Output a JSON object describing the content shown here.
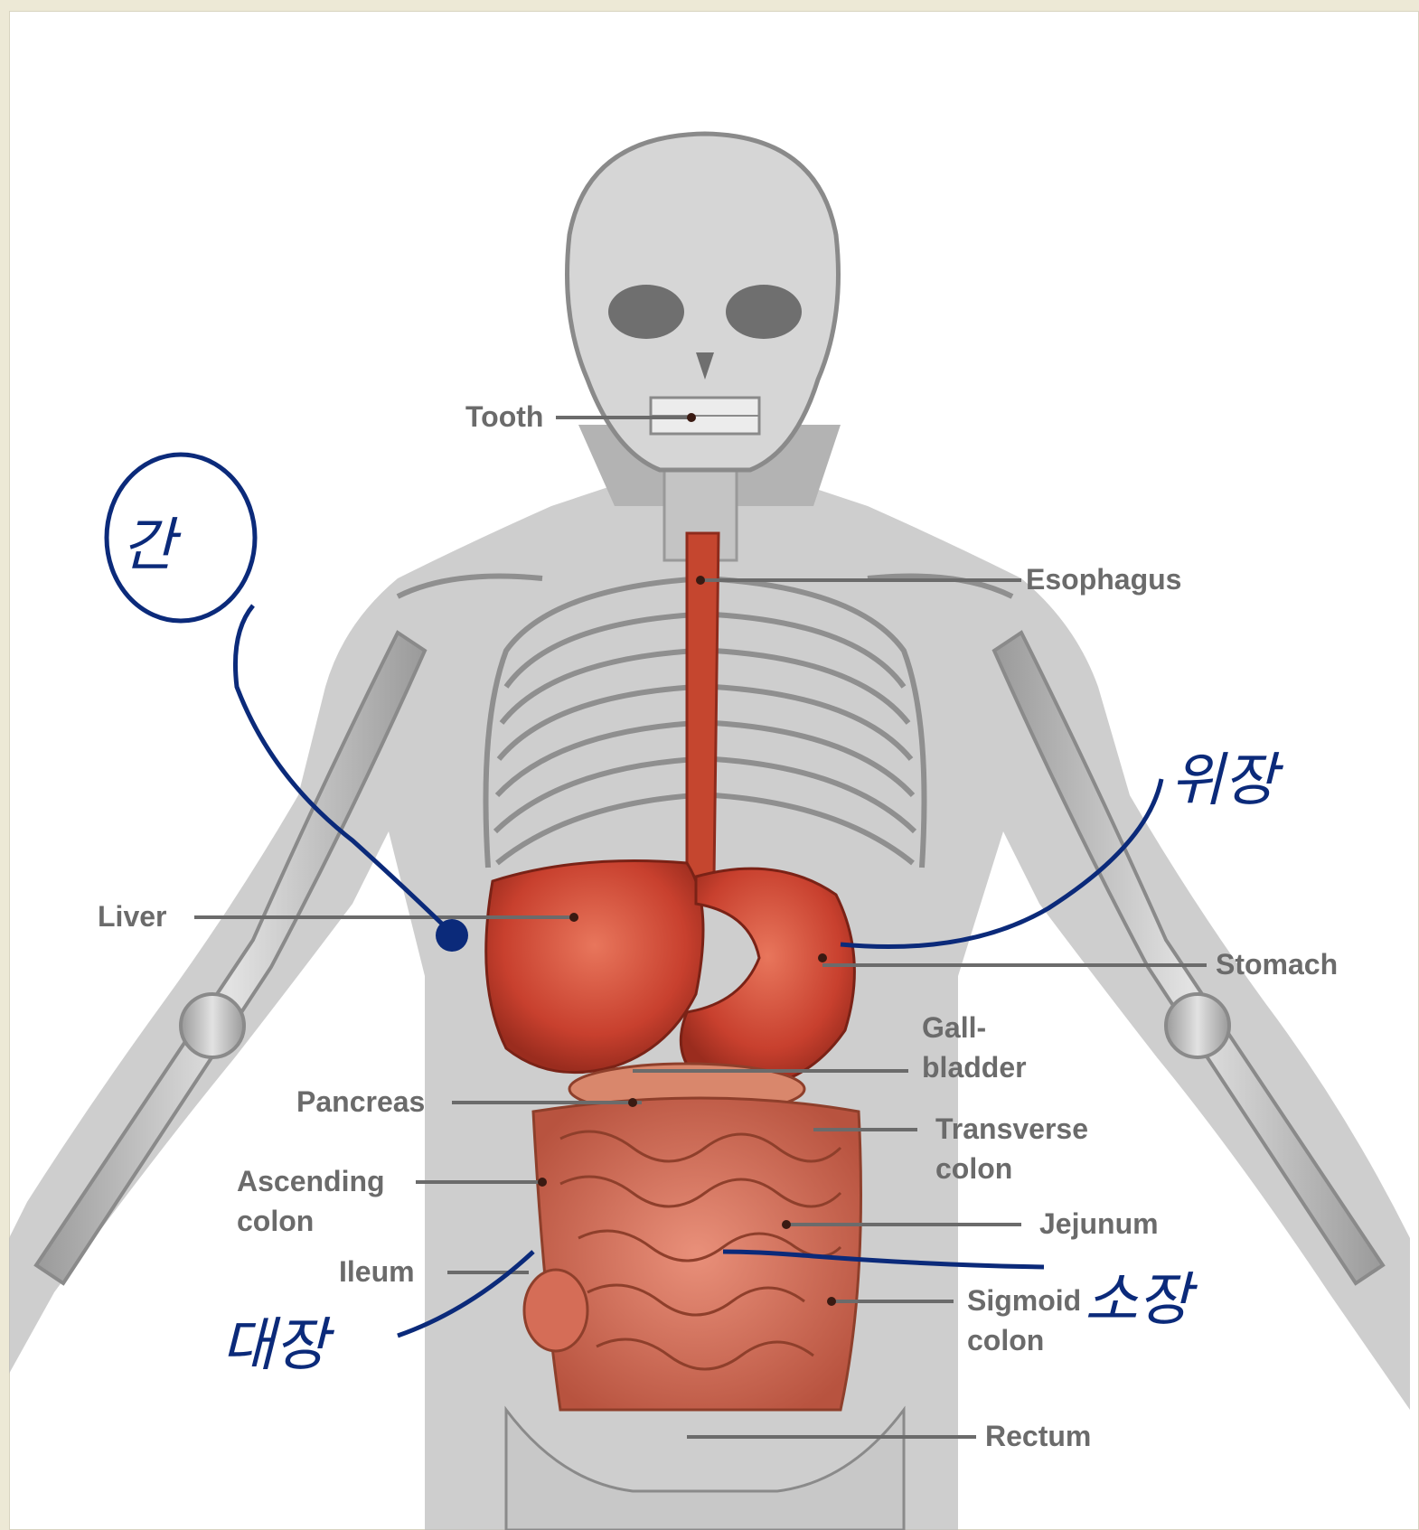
{
  "labels": {
    "tooth": "Tooth",
    "esophagus": "Esophagus",
    "liver": "Liver",
    "stomach": "Stomach",
    "gall_line1": "Gall-",
    "gall_line2": "bladder",
    "pancreas": "Pancreas",
    "transverse_line1": "Transverse",
    "transverse_line2": "colon",
    "ascending_line1": "Ascending",
    "ascending_line2": "colon",
    "jejunum": "Jejunum",
    "ileum": "Ileum",
    "sigmoid_line1": "Sigmoid",
    "sigmoid_line2": "colon",
    "rectum": "Rectum"
  },
  "annotations": {
    "liver_ko": "간",
    "stomach_ko": "위장",
    "large_intestine_ko": "대장",
    "small_intestine_ko": "소장"
  },
  "colors": {
    "ink": "#0b2a7a",
    "organ_red": "#c8402e",
    "bone": "#c8c8c8",
    "label_gray": "#6b6b6b"
  }
}
